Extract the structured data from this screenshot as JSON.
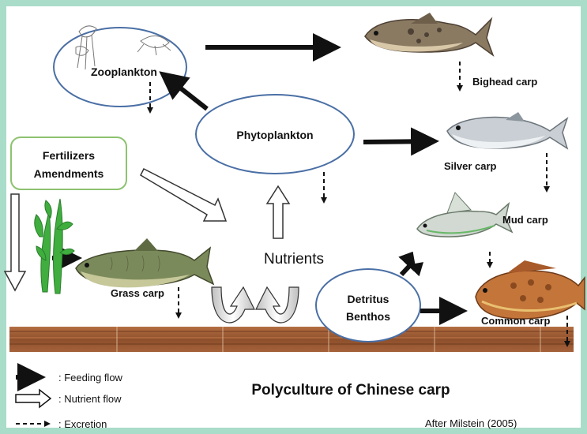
{
  "labels": {
    "zooplankton": "Zooplankton",
    "phytoplankton": "Phytoplankton",
    "fertilizers_line1": "Fertilizers",
    "fertilizers_line2": "Amendments",
    "nutrients": "Nutrients",
    "detritus_line1": "Detritus",
    "detritus_line2": "Benthos",
    "bighead_carp": "Bighead carp",
    "silver_carp": "Silver carp",
    "mud_carp": "Mud carp",
    "grass_carp": "Grass carp",
    "common_carp": "Common carp"
  },
  "legend": {
    "feeding_flow": ": Feeding flow",
    "nutrient_flow": ": Nutrient flow",
    "excretion": ": Excretion"
  },
  "title": "Polyculture of Chinese carp",
  "source": "After Milstein (2005)",
  "colors": {
    "frame": "#a9dcc9",
    "ellipse_stroke": "#4a6fa5",
    "fert_stroke": "#8dc26f",
    "ground": "#9a5a34",
    "plant": "#3fae3f"
  }
}
